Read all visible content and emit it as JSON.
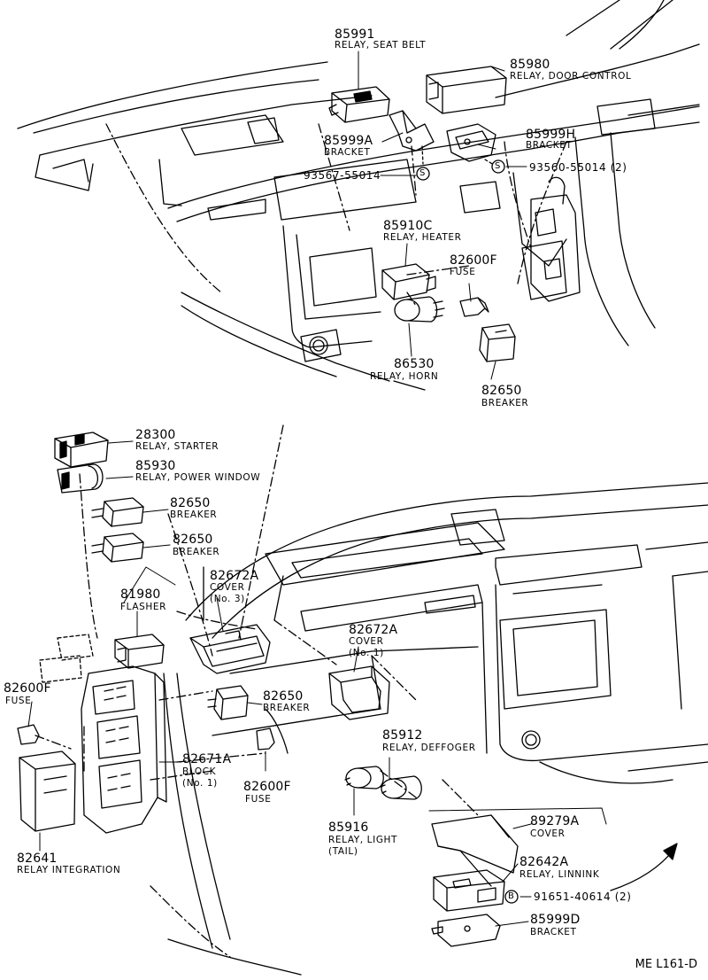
{
  "parts": {
    "p85991": {
      "number": "85991",
      "name": "RELAY, SEAT BELT"
    },
    "p85980": {
      "number": "85980",
      "name": "RELAY, DOOR CONTROL"
    },
    "p85999A": {
      "number": "85999A",
      "name": "BRACKET"
    },
    "p85999H": {
      "number": "85999H",
      "name": "BRACKET"
    },
    "p93567": {
      "number": "93567-55014"
    },
    "p93560": {
      "number": "93560-55014 (2)"
    },
    "p85910C": {
      "number": "85910C",
      "name": "RELAY, HEATER"
    },
    "p82600F_a": {
      "number": "82600F",
      "name": "FUSE"
    },
    "p86530": {
      "number": "86530",
      "name": "RELAY, HORN"
    },
    "p82650_a": {
      "number": "82650",
      "name": "BREAKER"
    },
    "p28300": {
      "number": "28300",
      "name": "RELAY, STARTER"
    },
    "p85930": {
      "number": "85930",
      "name": "RELAY, POWER WINDOW"
    },
    "p82650_b": {
      "number": "82650",
      "name": "BREAKER"
    },
    "p82650_c": {
      "number": "82650",
      "name": "BREAKER"
    },
    "p81980": {
      "number": "81980",
      "name": "FLASHER"
    },
    "p82672A_3": {
      "number": "82672A",
      "name": "COVER",
      "sub": "(No. 3)"
    },
    "p82672A_1": {
      "number": "82672A",
      "name": "COVER",
      "sub": "(No. 1)"
    },
    "p82600F_b": {
      "number": "82600F",
      "name": "FUSE"
    },
    "p82650_d": {
      "number": "82650",
      "name": "BREAKER"
    },
    "p85912": {
      "number": "85912",
      "name": "RELAY, DEFFOGER"
    },
    "p82671A": {
      "number": "82671A",
      "name": "BLOCK",
      "sub": "(No. 1)"
    },
    "p82600F_c": {
      "number": "82600F",
      "name": "FUSE"
    },
    "p85916": {
      "number": "85916",
      "name": "RELAY, LIGHT",
      "sub": "(TAIL)"
    },
    "p89279A": {
      "number": "89279A",
      "name": "COVER"
    },
    "p82642A": {
      "number": "82642A",
      "name": "RELAY, LINNINK"
    },
    "p91651": {
      "number": "91651-40614  (2)"
    },
    "p85999D": {
      "number": "85999D",
      "name": "BRACKET"
    },
    "p82641": {
      "number": "82641",
      "name": "RELAY INTEGRATION"
    }
  },
  "symbols": {
    "screw": "S",
    "bolt": "B"
  },
  "diagram_code": "ME L161-D"
}
